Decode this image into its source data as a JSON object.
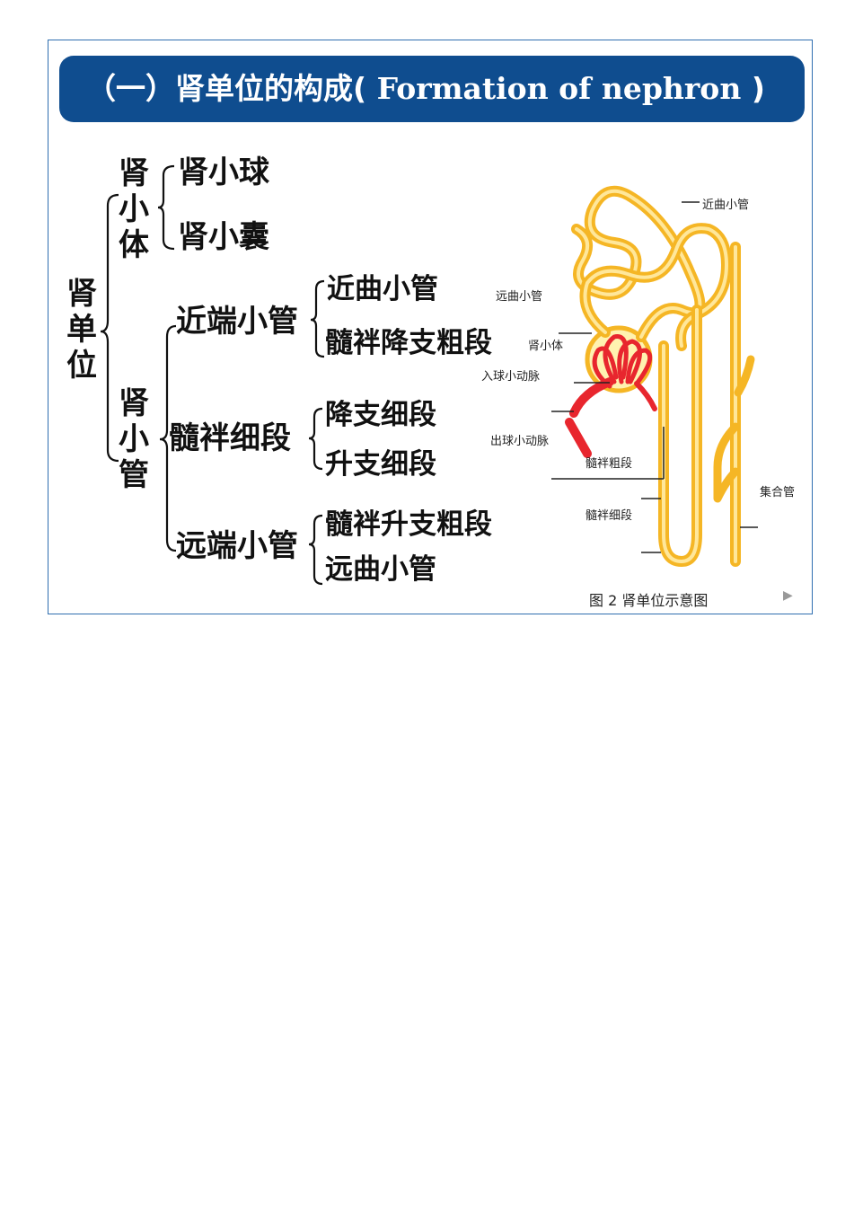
{
  "title": {
    "zh": "（一）肾单位的构成(",
    "en": " Formation of nephron ",
    "close": ")"
  },
  "tree": {
    "root": "肾单位",
    "corpuscle": {
      "label": "肾小体",
      "children": [
        "肾小球",
        "肾小囊"
      ]
    },
    "tubule": {
      "label": "肾小管",
      "proximal": {
        "label": "近端小管",
        "children": [
          "近曲小管",
          "髓袢降支粗段"
        ]
      },
      "thin": {
        "label": "髓袢细段",
        "children": [
          "降支细段",
          "升支细段"
        ]
      },
      "distal": {
        "label": "远端小管",
        "children": [
          "髓袢升支粗段",
          "远曲小管"
        ]
      }
    }
  },
  "figure": {
    "labels": {
      "proximal": "近曲小管",
      "distal": "远曲小管",
      "corpuscle": "肾小体",
      "afferent": "入球小动脉",
      "efferent": "出球小动脉",
      "thick": "髓袢粗段",
      "thin": "髓袢细段",
      "collecting": "集合管"
    },
    "caption": "图 2 肾单位示意图",
    "colors": {
      "tube": "#f5b625",
      "tube_light": "#ffe79a",
      "vessel": "#e8262e",
      "capsule": "#fff2b0"
    }
  },
  "nav": {
    "next_icon": "play-icon"
  }
}
